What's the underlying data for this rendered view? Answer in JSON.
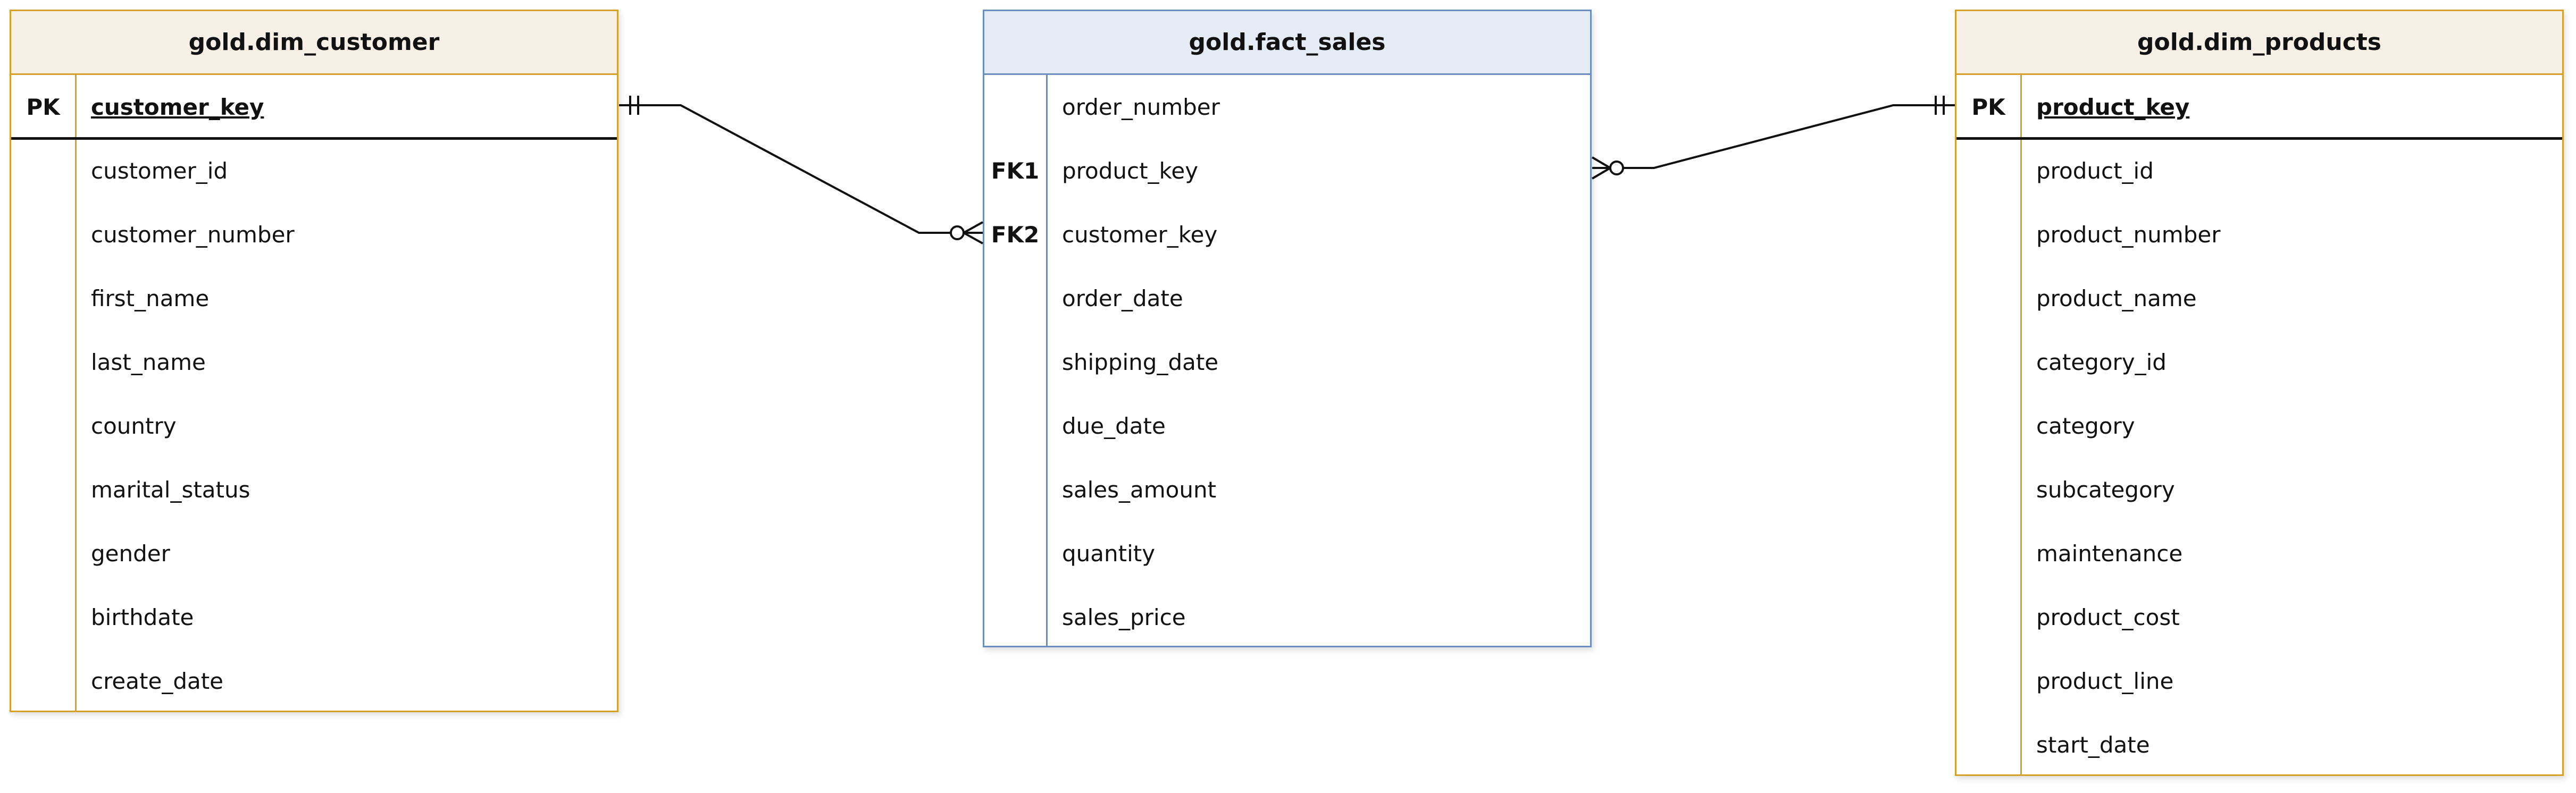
{
  "diagram": {
    "tables": [
      {
        "id": "dim_customer",
        "title": "gold.dim_customer",
        "style": "orange",
        "rows": [
          {
            "key": "PK",
            "name": "customer_key",
            "pk": true
          },
          {
            "key": "",
            "name": "customer_id"
          },
          {
            "key": "",
            "name": "customer_number"
          },
          {
            "key": "",
            "name": "first_name"
          },
          {
            "key": "",
            "name": "last_name"
          },
          {
            "key": "",
            "name": "country"
          },
          {
            "key": "",
            "name": "marital_status"
          },
          {
            "key": "",
            "name": "gender"
          },
          {
            "key": "",
            "name": "birthdate"
          },
          {
            "key": "",
            "name": "create_date"
          }
        ]
      },
      {
        "id": "fact_sales",
        "title": "gold.fact_sales",
        "style": "blue",
        "rows": [
          {
            "key": "",
            "name": "order_number"
          },
          {
            "key": "FK1",
            "name": "product_key"
          },
          {
            "key": "FK2",
            "name": "customer_key"
          },
          {
            "key": "",
            "name": "order_date"
          },
          {
            "key": "",
            "name": "shipping_date"
          },
          {
            "key": "",
            "name": "due_date"
          },
          {
            "key": "",
            "name": "sales_amount"
          },
          {
            "key": "",
            "name": "quantity"
          },
          {
            "key": "",
            "name": "sales_price"
          }
        ]
      },
      {
        "id": "dim_products",
        "title": "gold.dim_products",
        "style": "orange",
        "rows": [
          {
            "key": "PK",
            "name": "product_key",
            "pk": true
          },
          {
            "key": "",
            "name": "product_id"
          },
          {
            "key": "",
            "name": "product_number"
          },
          {
            "key": "",
            "name": "product_name"
          },
          {
            "key": "",
            "name": "category_id"
          },
          {
            "key": "",
            "name": "category"
          },
          {
            "key": "",
            "name": "subcategory"
          },
          {
            "key": "",
            "name": "maintenance"
          },
          {
            "key": "",
            "name": "product_cost"
          },
          {
            "key": "",
            "name": "product_line"
          },
          {
            "key": "",
            "name": "start_date"
          }
        ]
      }
    ],
    "relationships": [
      {
        "from": "dim_customer.customer_key",
        "to": "fact_sales.customer_key",
        "cardinality": "one-to-many (optional)"
      },
      {
        "from": "dim_products.product_key",
        "to": "fact_sales.product_key",
        "cardinality": "one-to-many (optional)"
      }
    ]
  }
}
